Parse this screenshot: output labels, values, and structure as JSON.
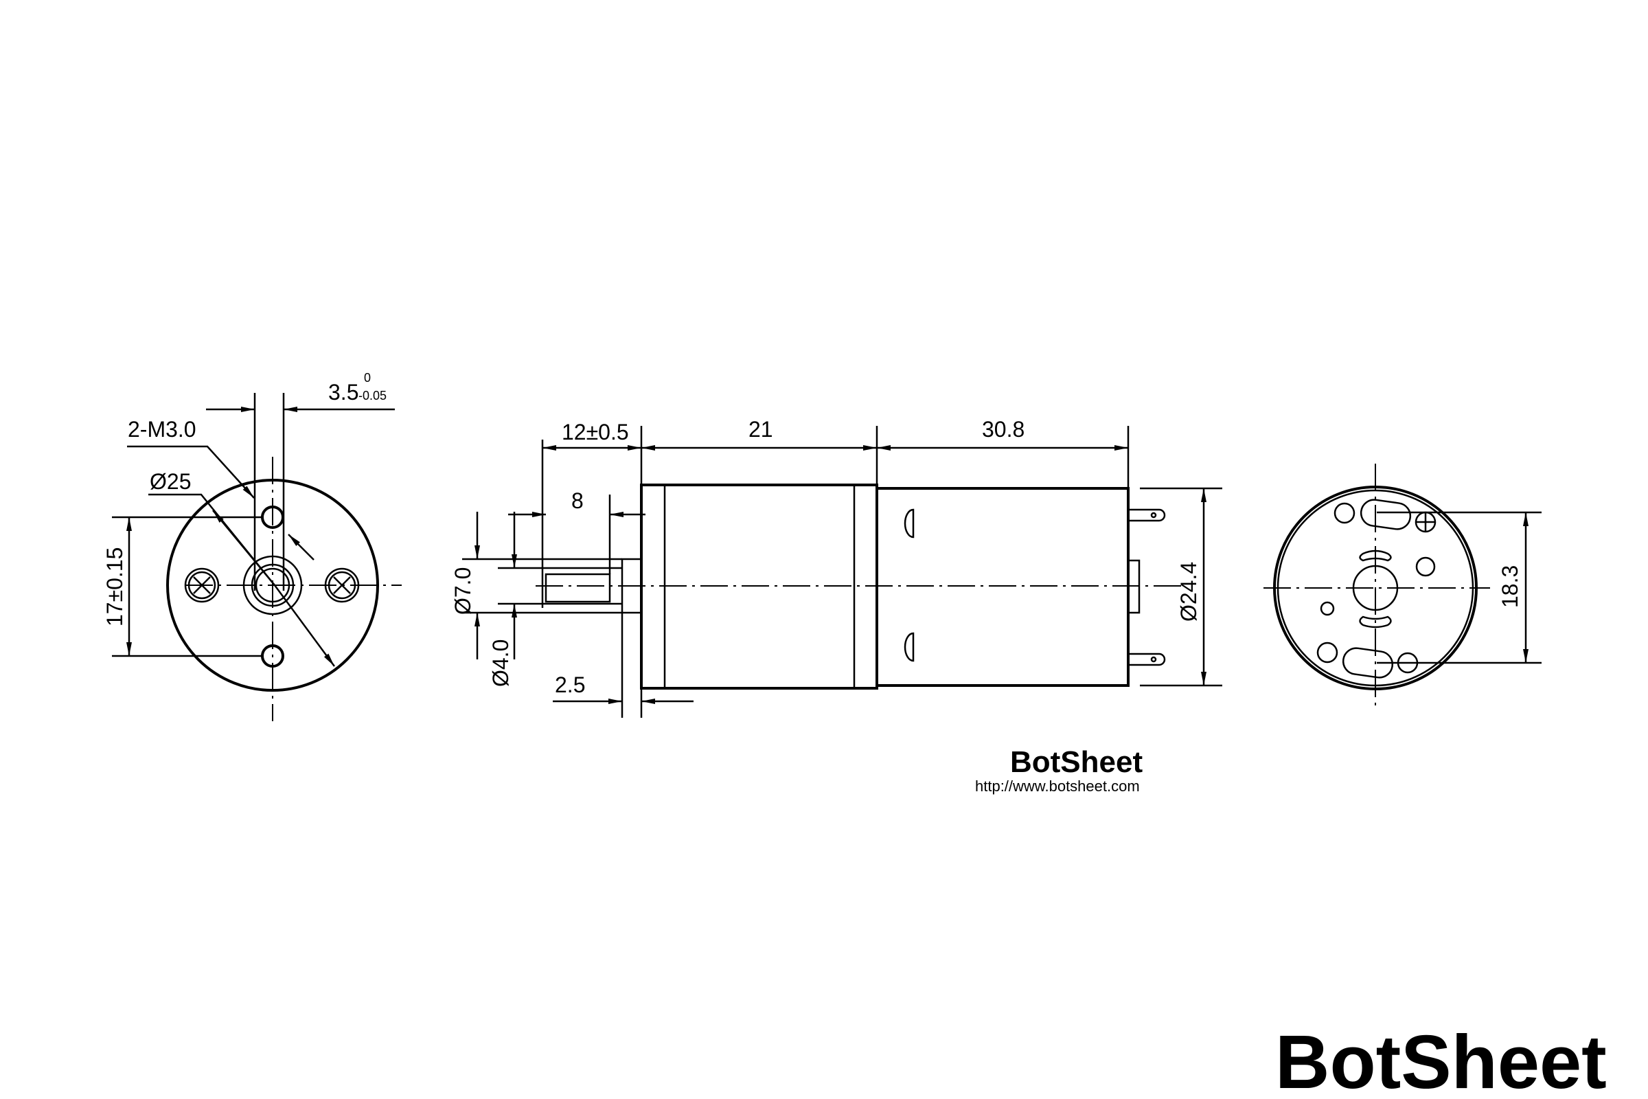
{
  "front_view": {
    "keyway_width": "3.5",
    "keyway_tol_upper": "0",
    "keyway_tol_lower": "-0.05",
    "holes": "2-M3.0",
    "diameter": "Ø25",
    "hole_spacing": "17±0.15"
  },
  "side_view": {
    "shaft_length": "12±0.5",
    "gearbox_length": "21",
    "motor_length": "30.8",
    "flat_length": "8",
    "boss_diameter": "Ø7.0",
    "shaft_diameter": "Ø4.0",
    "boss_length": "2.5",
    "motor_diameter": "Ø24.4"
  },
  "rear_view": {
    "terminal_spacing": "18.3"
  },
  "watermark": {
    "brand": "BotSheet",
    "url": "http://www.botsheet.com"
  },
  "logo": {
    "brand": "BotSheet"
  }
}
